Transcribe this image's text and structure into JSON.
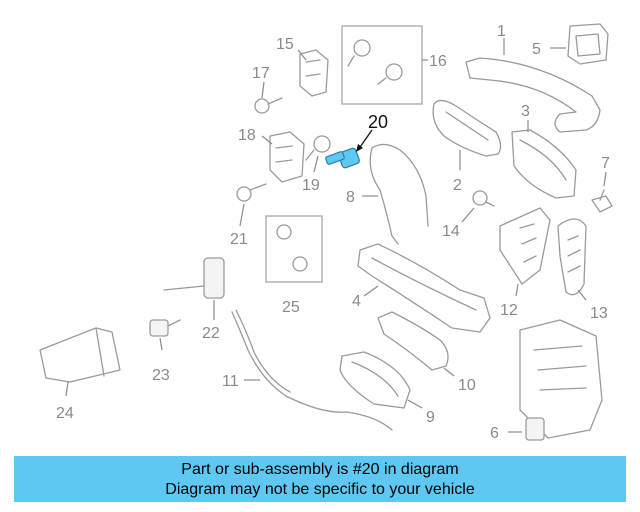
{
  "diagram": {
    "highlight_color": "#5ec8f2",
    "highlighted_part": "20",
    "callouts": {
      "c1": "1",
      "c2": "2",
      "c3": "3",
      "c4": "4",
      "c5": "5",
      "c6": "6",
      "c7": "7",
      "c8": "8",
      "c9": "9",
      "c10": "10",
      "c11": "11",
      "c12": "12",
      "c13": "13",
      "c14": "14",
      "c15": "15",
      "c16": "16",
      "c17": "17",
      "c18": "18",
      "c19": "19",
      "c20": "20",
      "c21": "21",
      "c22": "22",
      "c23": "23",
      "c24": "24",
      "c25": "25"
    }
  },
  "banner": {
    "color": "#5ec8f2",
    "line1": "Part or sub-assembly is #20 in diagram",
    "line2": "Diagram may not be specific to your vehicle"
  }
}
